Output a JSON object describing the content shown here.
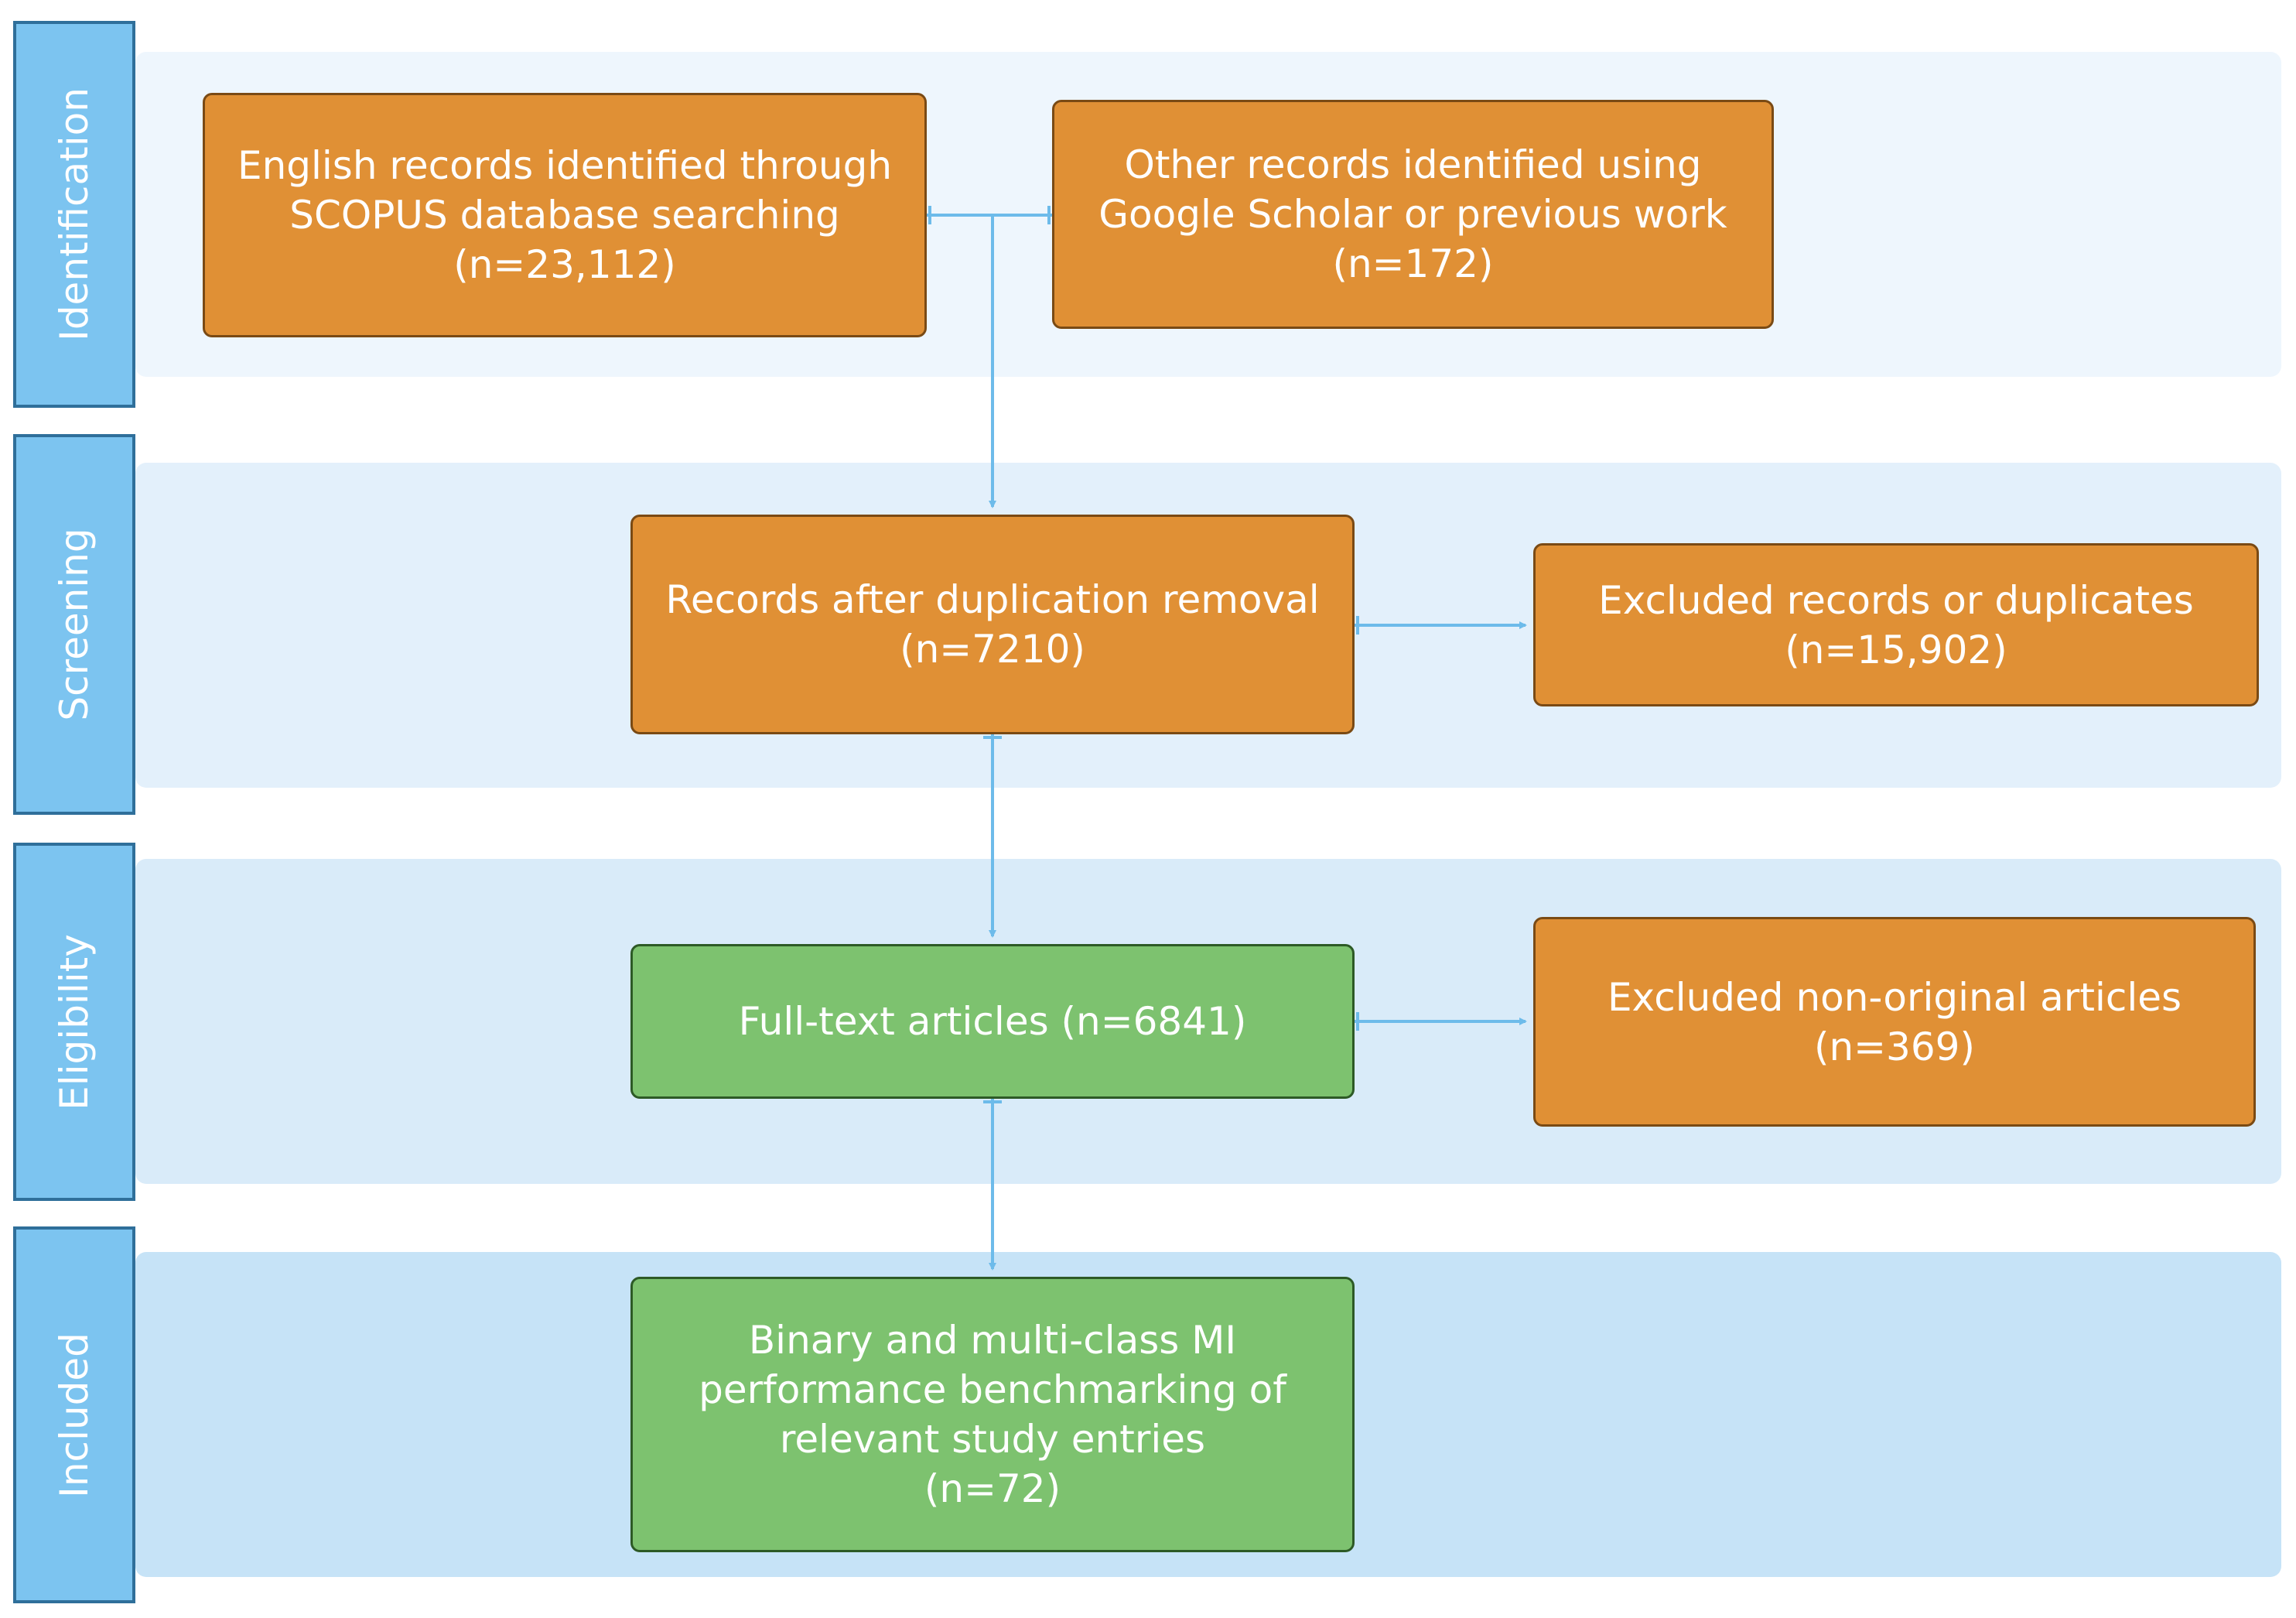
{
  "stages": [
    {
      "label": "Identification"
    },
    {
      "label": "Screening"
    },
    {
      "label": "Eligibility"
    },
    {
      "label": "Included"
    }
  ],
  "boxes": {
    "scopus": {
      "text": "English records identified through\nSCOPUS database searching\n(n=23,112)"
    },
    "other": {
      "text": "Other records identified using\nGoogle Scholar or previous work\n(n=172)"
    },
    "dedup": {
      "text": "Records after duplication removal\n(n=7210)"
    },
    "excluded_dup": {
      "text": "Excluded records or duplicates\n(n=15,902)"
    },
    "fulltext": {
      "text": "Full-text articles (n=6841)"
    },
    "excluded_nonoriginal": {
      "text": "Excluded non-original articles\n(n=369)"
    },
    "included": {
      "text": "Binary and multi-class MI\nperformance benchmarking of\nrelevant study entries\n(n=72)"
    }
  },
  "colors": {
    "process_box": "#e09035",
    "final_box": "#7dc26f",
    "stage_label_bg": "#7cc4f0",
    "connector": "#6dbbea"
  }
}
